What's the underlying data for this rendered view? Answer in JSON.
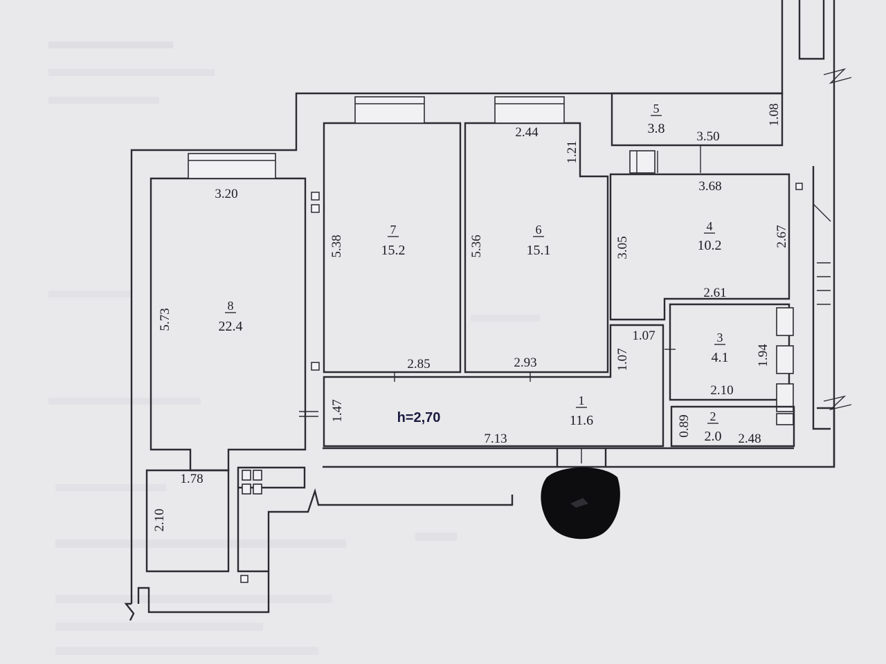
{
  "ceiling_height": "h=2,70",
  "rooms": {
    "r1": {
      "number": "1",
      "area": "11.6"
    },
    "r2": {
      "number": "2",
      "area": "2.0"
    },
    "r3": {
      "number": "3",
      "area": "4.1"
    },
    "r4": {
      "number": "4",
      "area": "10.2"
    },
    "r5": {
      "number": "5",
      "area": "3.8"
    },
    "r6": {
      "number": "6",
      "area": "15.1"
    },
    "r7": {
      "number": "7",
      "area": "15.2"
    },
    "r8": {
      "number": "8",
      "area": "22.4"
    }
  },
  "dimensions": {
    "d_3_20": "3.20",
    "d_5_73": "5.73",
    "d_1_78": "1.78",
    "d_2_10_left": "2.10",
    "d_5_38": "5.38",
    "d_2_85": "2.85",
    "d_5_36": "5.36",
    "d_2_93": "2.93",
    "d_2_44": "2.44",
    "d_1_21": "1.21",
    "d_1_08": "1.08",
    "d_3_50": "3.50",
    "d_3_68": "3.68",
    "d_3_05": "3.05",
    "d_2_67": "2.67",
    "d_2_61": "2.61",
    "d_1_07_h": "1.07",
    "d_1_07_v": "1.07",
    "d_1_94": "1.94",
    "d_2_10_right": "2.10",
    "d_0_89": "0.89",
    "d_2_48": "2.48",
    "d_1_47": "1.47",
    "d_7_13": "7.13"
  },
  "colors": {
    "paper": "#e9e9ec",
    "ink": "#2a2a30",
    "blot": "#0d0d0f"
  }
}
